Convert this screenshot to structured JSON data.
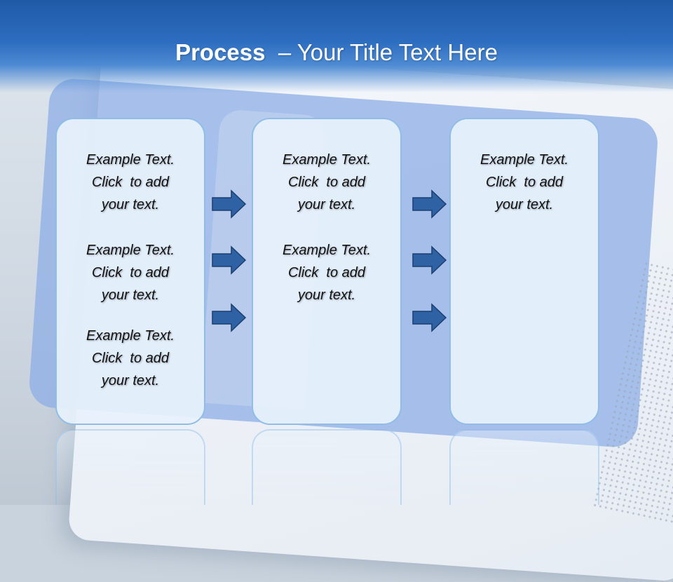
{
  "slide": {
    "title_strong": "Process",
    "title_rest": "  – Your Title Text Here"
  },
  "columns": [
    {
      "items": [
        {
          "line1": "Example Text.",
          "line2": "Click  to add",
          "line3": "your text."
        },
        {
          "line1": "Example Text.",
          "line2": "Click  to add",
          "line3": "your text."
        },
        {
          "line1": "Example Text.",
          "line2": "Click  to add",
          "line3": "your text."
        }
      ]
    },
    {
      "items": [
        {
          "line1": "Example Text.",
          "line2": "Click  to add",
          "line3": "your text."
        },
        {
          "line1": "Example Text.",
          "line2": "Click  to add",
          "line3": "your text."
        }
      ]
    },
    {
      "items": [
        {
          "line1": "Example Text.",
          "line2": "Click  to add",
          "line3": "your text."
        }
      ]
    }
  ],
  "colors": {
    "title_bar": "#1f5aa6",
    "box_fill": "#e8f2fc",
    "box_border": "#8fbde8",
    "arrow_fill": "#2e62a4",
    "arrow_stroke": "#1b3f6e"
  },
  "icons": {
    "arrow": "right-arrow-icon"
  }
}
